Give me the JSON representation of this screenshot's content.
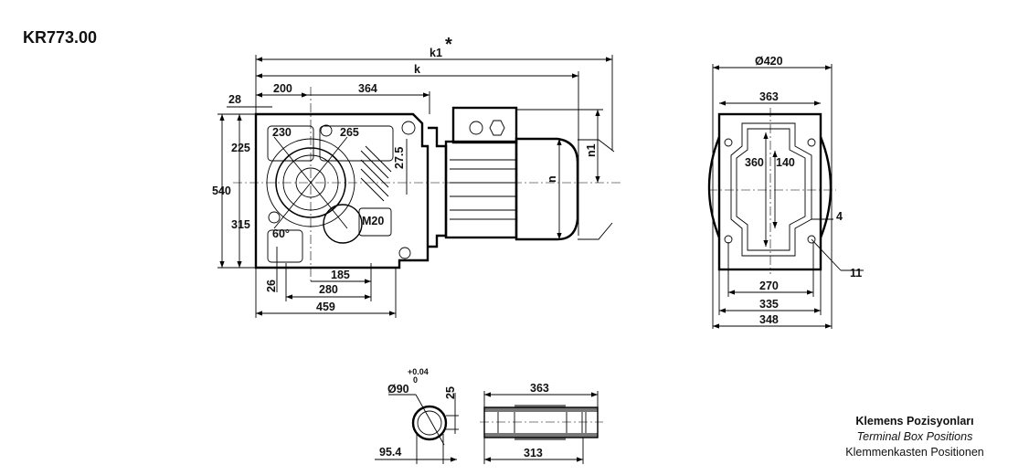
{
  "title": "KR773.00",
  "side_view": {
    "k1": "k1",
    "asterisk": "*",
    "k": "k",
    "d200": "200",
    "d364": "364",
    "d28": "28",
    "d225": "225",
    "d540": "540",
    "d315": "315",
    "d230": "230",
    "d265": "265",
    "d27_5": "27.5",
    "m20": "M20",
    "angle": "60°",
    "d185": "185",
    "d280": "280",
    "d459": "459",
    "d26": "26",
    "n": "n",
    "n1": "n1"
  },
  "front_view": {
    "dia420": "Ø420",
    "d363": "363",
    "d360": "360",
    "d140": "140",
    "d4": "4",
    "d11": "11",
    "d270": "270",
    "d335": "335",
    "d348": "348"
  },
  "shaft": {
    "dia90": "Ø90",
    "tol_upper": "+0.04",
    "tol_lower": "0",
    "d25": "25",
    "d95_4": "95.4",
    "d363": "363",
    "d313": "313"
  },
  "legend": {
    "tr": "Klemens Pozisyonları",
    "en": "Terminal Box Positions",
    "de": "Klemmenkasten Positionen"
  }
}
